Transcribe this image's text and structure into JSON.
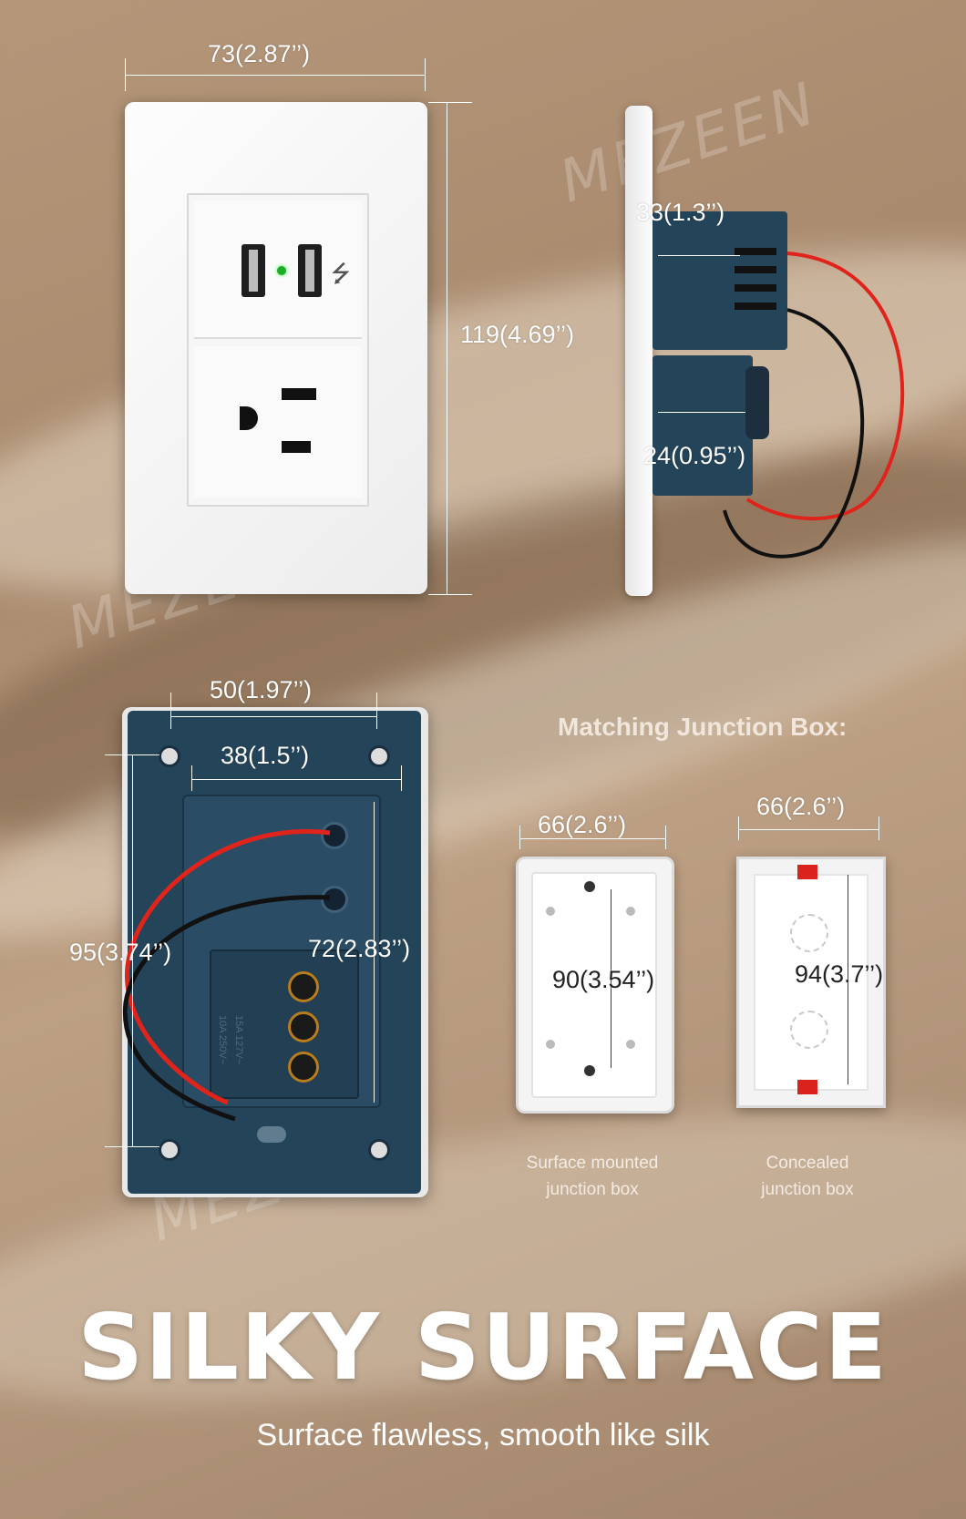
{
  "brand_watermark": "MEZEEN",
  "front_view": {
    "width_label": "73(2.87’’)",
    "height_label": "119(4.69’’)"
  },
  "side_view": {
    "depth_upper_label": "33(1.3’’)",
    "depth_lower_label": "24(0.95’’)"
  },
  "back_view": {
    "plate_width_label": "50(1.97’’)",
    "module_width_label": "38(1.5’’)",
    "plate_height_label": "95(3.74’’)",
    "module_height_label": "72(2.83’’)",
    "terminal_rating_1": "10A 250V~",
    "terminal_rating_2": "15A 127V~"
  },
  "junction_box": {
    "heading": "Matching Junction Box:",
    "surface": {
      "width_label": "66(2.6’’)",
      "height_label": "90(3.54’’)",
      "caption_line1": "Surface mounted",
      "caption_line2": "junction box"
    },
    "concealed": {
      "width_label": "66(2.6’’)",
      "height_label": "94(3.7’’)",
      "caption_line1": "Concealed",
      "caption_line2": "junction box"
    }
  },
  "headline": "SILKY SURFACE",
  "subheadline": "Surface flawless, smooth like silk",
  "colors": {
    "background": "#a98a6e",
    "navy_backing": "#24445a",
    "wire_red": "#e0231b",
    "wire_black": "#111111",
    "usb_indicator": "#1faa2a"
  }
}
